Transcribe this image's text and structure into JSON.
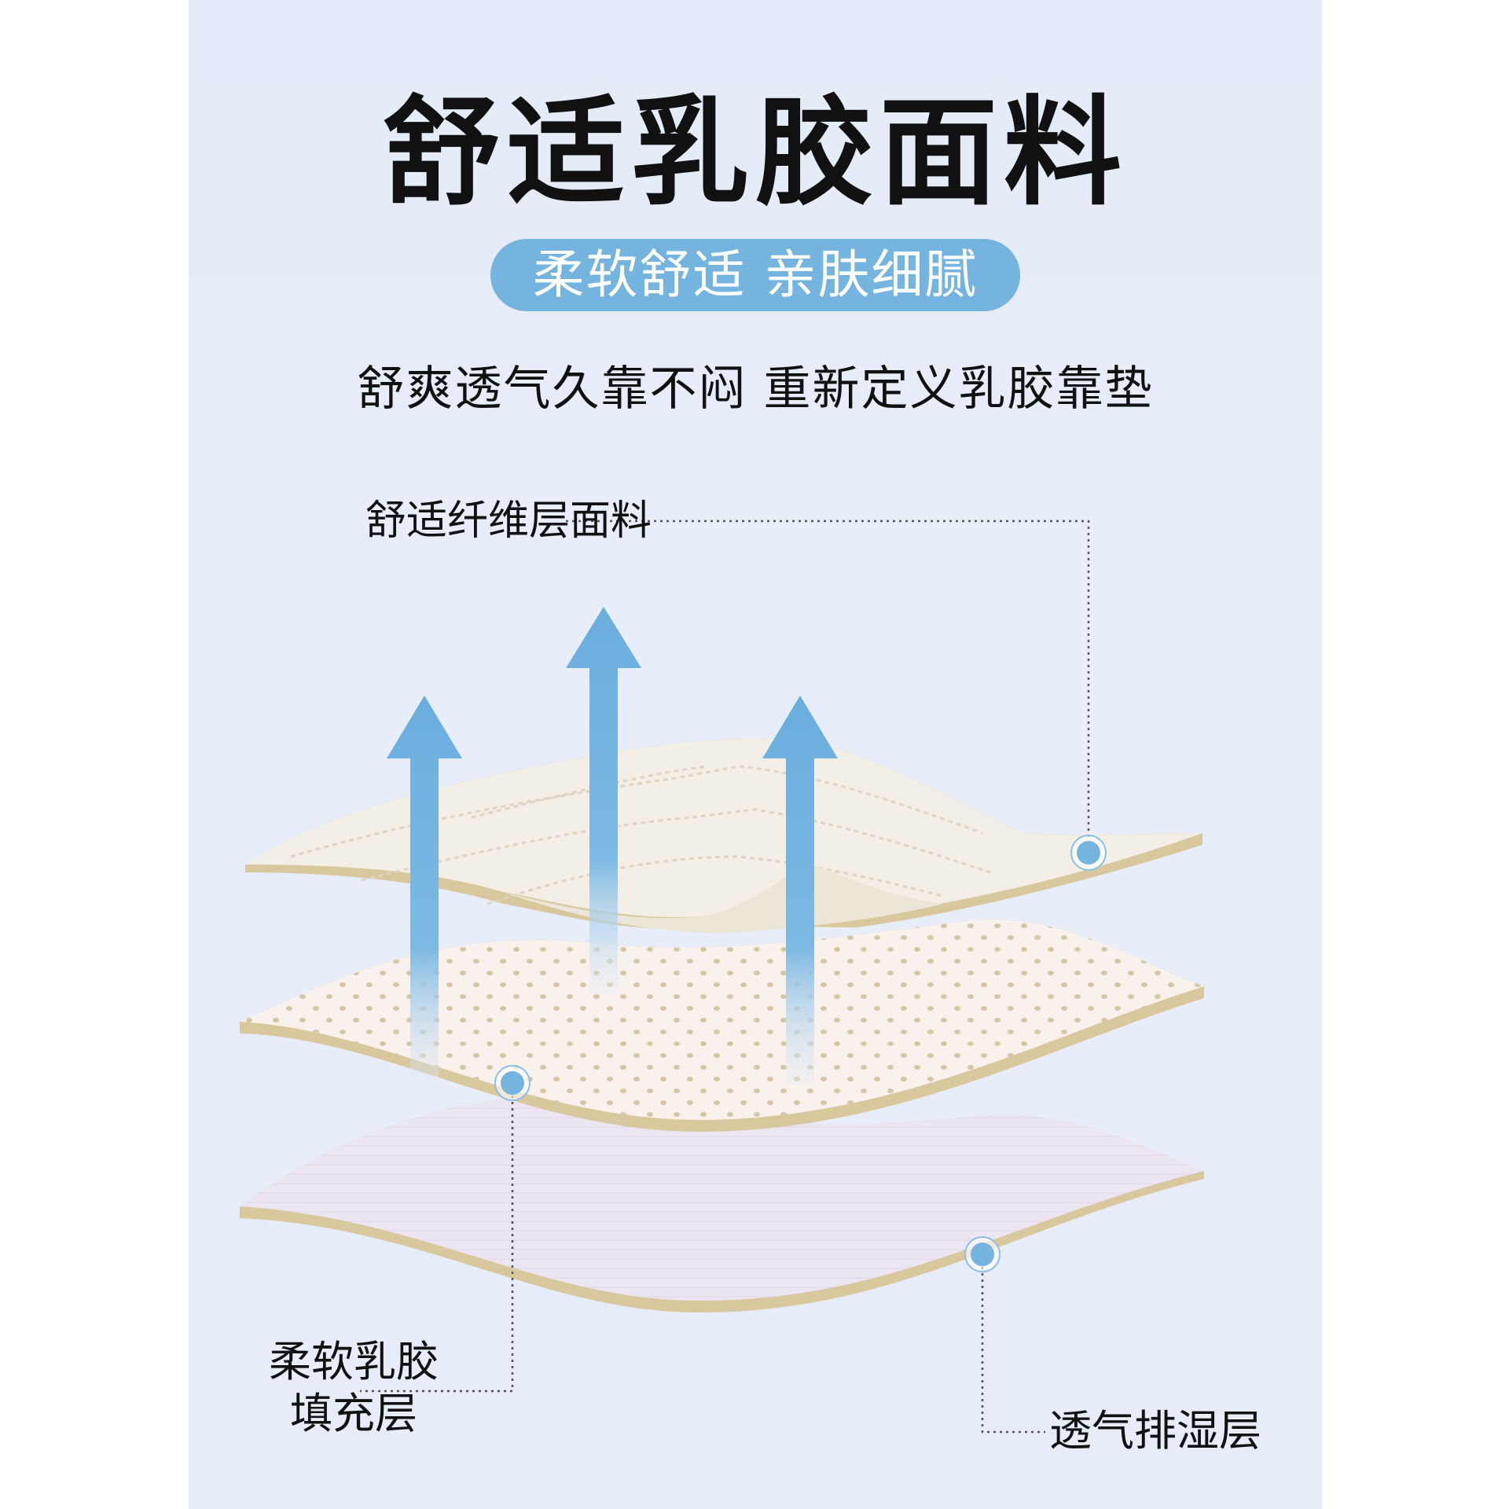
{
  "title": "舒适乳胶面料",
  "subtitle_pill": "柔软舒适 亲肤细腻",
  "tagline": "舒爽透气久靠不闷 重新定义乳胶靠垫",
  "layers": {
    "top_label": "舒适纤维层面料",
    "middle_label_line1": "柔软乳胶",
    "middle_label_line2": "填充层",
    "bottom_label": "透气排湿层"
  },
  "colors": {
    "background": "#e6edf8",
    "accent_blue": "#74b4df",
    "layer_cream": "#f3efe6",
    "layer_edge": "#d9c79d",
    "bottom_layer": "#ece6f2",
    "text": "#111111"
  },
  "icons": [
    "arrow-up-icon",
    "dot-marker-icon"
  ]
}
